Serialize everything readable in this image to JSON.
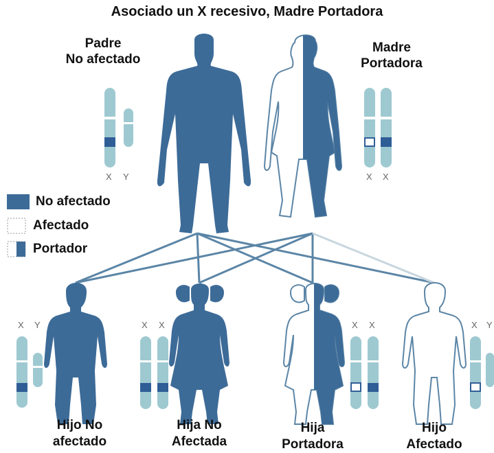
{
  "title": "Asociado un X recesivo, Madre Portadora",
  "father": {
    "line1": "Padre",
    "line2": "No afectado",
    "chromosomes": [
      "X",
      "Y"
    ]
  },
  "mother": {
    "line1": "Madre",
    "line2": "Portadora",
    "chromosomes": [
      "X",
      "X"
    ]
  },
  "legend": [
    {
      "label": "No afectado",
      "style": "solid"
    },
    {
      "label": "Afectado",
      "style": "outline"
    },
    {
      "label": "Portador",
      "style": "half"
    }
  ],
  "children": [
    {
      "line1": "Hijo No",
      "line2": "afectado",
      "chromosomes": [
        "X",
        "Y"
      ]
    },
    {
      "line1": "Hija No",
      "line2": "Afectada",
      "chromosomes": [
        "X",
        "X"
      ]
    },
    {
      "line1": "Hija",
      "line2": "Portadora",
      "chromosomes": [
        "X",
        "X"
      ]
    },
    {
      "line1": "Hijo",
      "line2": "Afectado",
      "chromosomes": [
        "X",
        "Y"
      ]
    }
  ],
  "colors": {
    "solid_figure": "#3d6b98",
    "chromosome": "#9ec9d1",
    "chromosome_band": "#2f5e96",
    "connector": "#5b85a6"
  }
}
